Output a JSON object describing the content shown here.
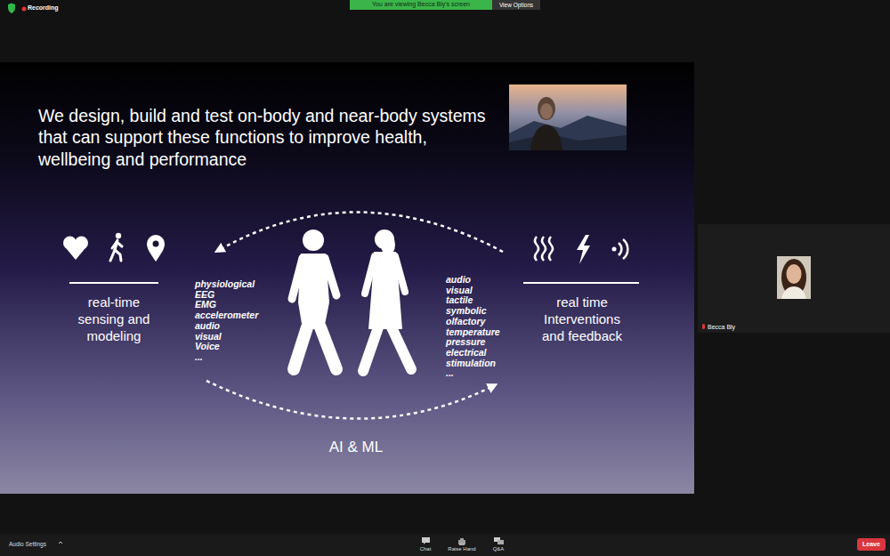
{
  "diagram": {
    "nodes": [
      {
        "text": [
          "You are viewing Becca Bly's screen"
        ]
      },
      {
        "text": [
          "View Options"
        ]
      },
      {
        "text": [
          "We design, build and test on-body and near-body systems that can support these functions to improve health, wellbeing and performance"
        ]
      },
      {
        "text": [
          "Becca Bly"
        ]
      },
      {
        "text": [
          "Audio Settings",
          "Chat",
          "Raise Hand",
          "Q&A"
        ]
      },
      {
        "text": [
          "Leave"
        ],
        "in": 4
      }
    ],
    "labels": [
      "Recording",
      "real-time sensing and modeling",
      "physiological",
      "EEG",
      "EMG",
      "accelerometer",
      "audio",
      "visual",
      "Voice",
      "...",
      "AI & ML",
      "audio",
      "visual",
      "tactile",
      "symbolic",
      "olfactory",
      "temperature",
      "pressure",
      "electrical",
      "stimulation",
      "...",
      "real time Interventions and feedback"
    ]
  }
}
